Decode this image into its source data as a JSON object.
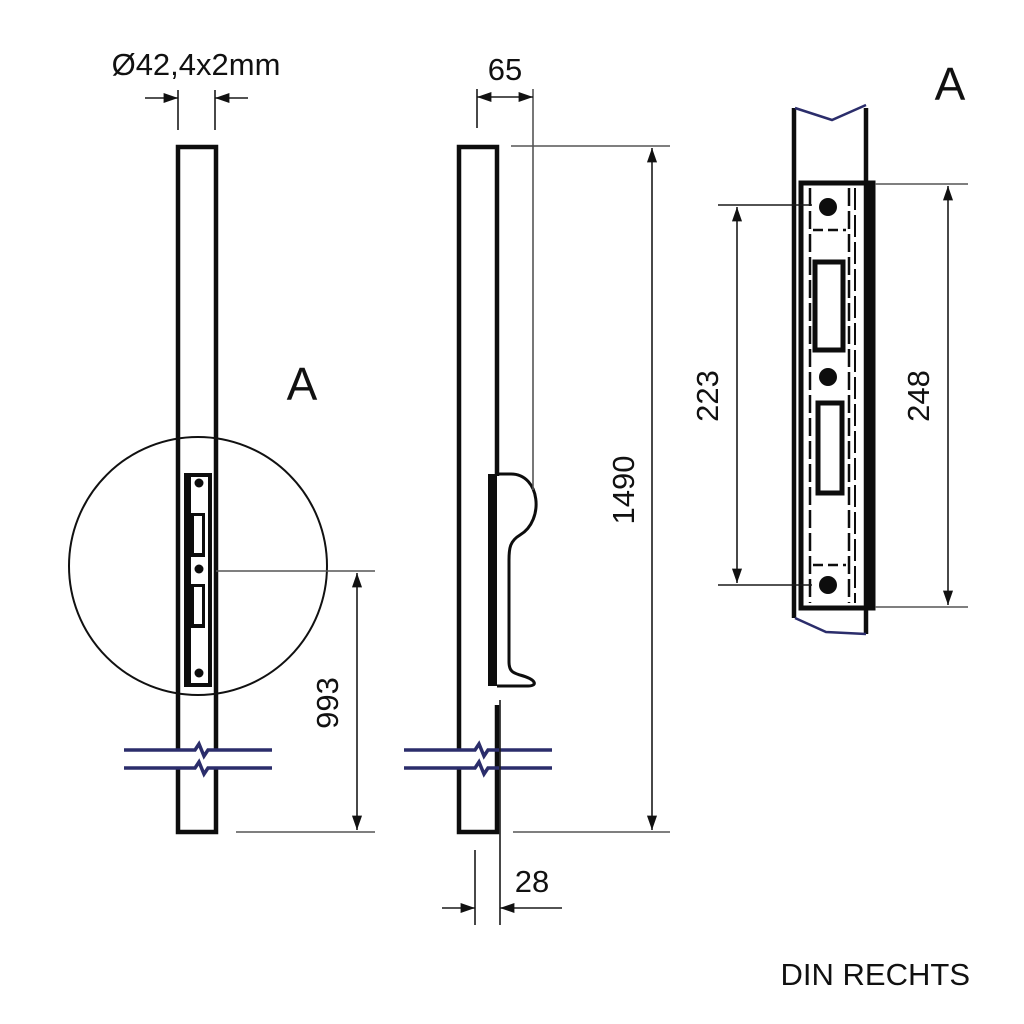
{
  "drawing": {
    "pipe_spec": "Ø42,4x2mm",
    "detail_label_left": "A",
    "detail_label_right": "A",
    "handing": "DIN RECHTS"
  },
  "dimensions": {
    "offset_top": "65",
    "total_height": "1490",
    "strike_height": "993",
    "depth_bottom": "28",
    "hole_spacing": "223",
    "plate_length": "248"
  },
  "colors": {
    "line": "#0d0d0d",
    "break_line": "#2b2d6b",
    "background": "#ffffff"
  }
}
